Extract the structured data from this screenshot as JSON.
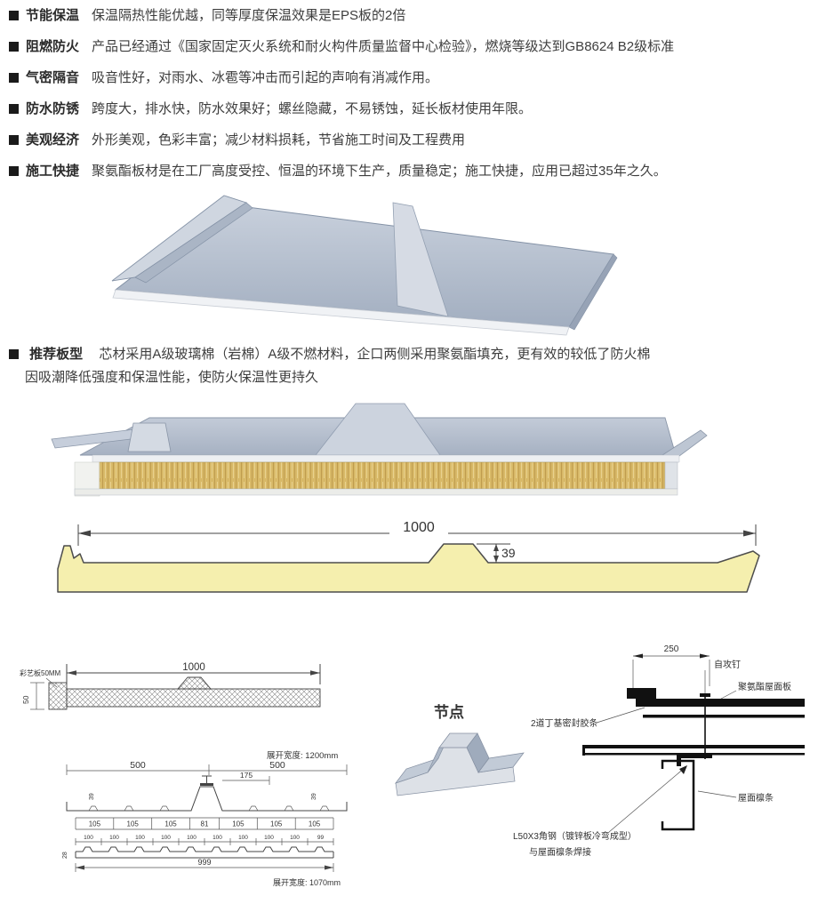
{
  "features": [
    {
      "label": "节能保温",
      "text": "保温隔热性能优越，同等厚度保温效果是EPS板的2倍"
    },
    {
      "label": "阻燃防火",
      "text": "产品已经通过《国家固定灭火系统和耐火构件质量监督中心检验》，燃烧等级达到GB8624 B2级标准"
    },
    {
      "label": "气密隔音",
      "text": "吸音性好，对雨水、冰雹等冲击而引起的声响有消减作用。"
    },
    {
      "label": "防水防锈",
      "text": "跨度大，排水快，防水效果好；螺丝隐藏，不易锈蚀，延长板材使用年限。"
    },
    {
      "label": "美观经济",
      "text": "外形美观，色彩丰富；减少材料损耗，节省施工时间及工程费用"
    },
    {
      "label": "施工快捷",
      "text": "聚氨酯板材是在工厂高度受控、恒温的环境下生产，质量稳定；施工快捷，应用已超过35年之久。"
    }
  ],
  "recommend": {
    "label": "推荐板型",
    "line1": "芯材采用A级玻璃棉（岩棉）A级不燃材料，企口两侧采用聚氨酯填充，更有效的较低了防火棉",
    "line2": "因吸潮降低强度和保温性能，使防火保温性更持久"
  },
  "profile_drawing": {
    "width_dim": "1000",
    "height_dim": "39"
  },
  "left_drawing": {
    "board_note": "彩艺板50MM",
    "width_dim": "1000",
    "height_dim": "50",
    "expand_note": "展开宽度: 1200mm"
  },
  "mid_drawing": {
    "dim_left": "500",
    "dim_right": "500",
    "rib_dim": "175",
    "height_dim": "39",
    "edge_dim": "28",
    "cells": [
      "105",
      "105",
      "105",
      "81",
      "105",
      "105",
      "105"
    ],
    "hundreds": [
      "100",
      "100",
      "100",
      "100",
      "100",
      "100",
      "100",
      "100",
      "100",
      "99"
    ],
    "total_dim": "999",
    "expand_note": "展开宽度: 1070mm"
  },
  "node": {
    "label": "节点"
  },
  "detail_drawing": {
    "dim_top": "250",
    "screw_label": "自攻钉",
    "panel_label": "聚氨酯屋面板",
    "sealant_label": "2道丁基密封胶条",
    "purlin_label": "屋面檩条",
    "angle_label_line1": "L50X3角钢（镀锌板冷弯成型）",
    "angle_label_line2": "与屋面檩条焊接"
  },
  "colors": {
    "panel_blue": "#aab5c6",
    "core_gold": "#d8b968",
    "profile_yellow": "#f5efae"
  }
}
